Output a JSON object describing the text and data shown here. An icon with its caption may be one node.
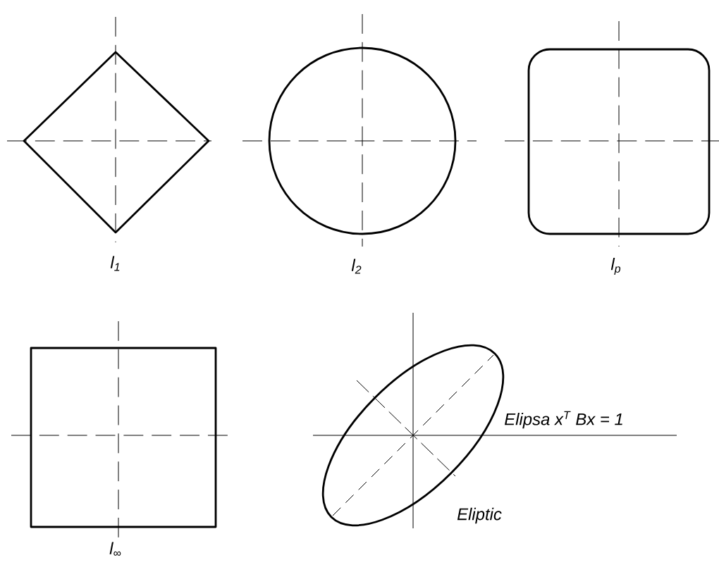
{
  "diagram": {
    "labels": [
      "l$_{1}$",
      "l$_{2}$",
      "l$_{p}$",
      "l$_{∞}$",
      "Elipsa x$^{T}$ Bx = 1",
      "Eliptic"
    ]
  }
}
